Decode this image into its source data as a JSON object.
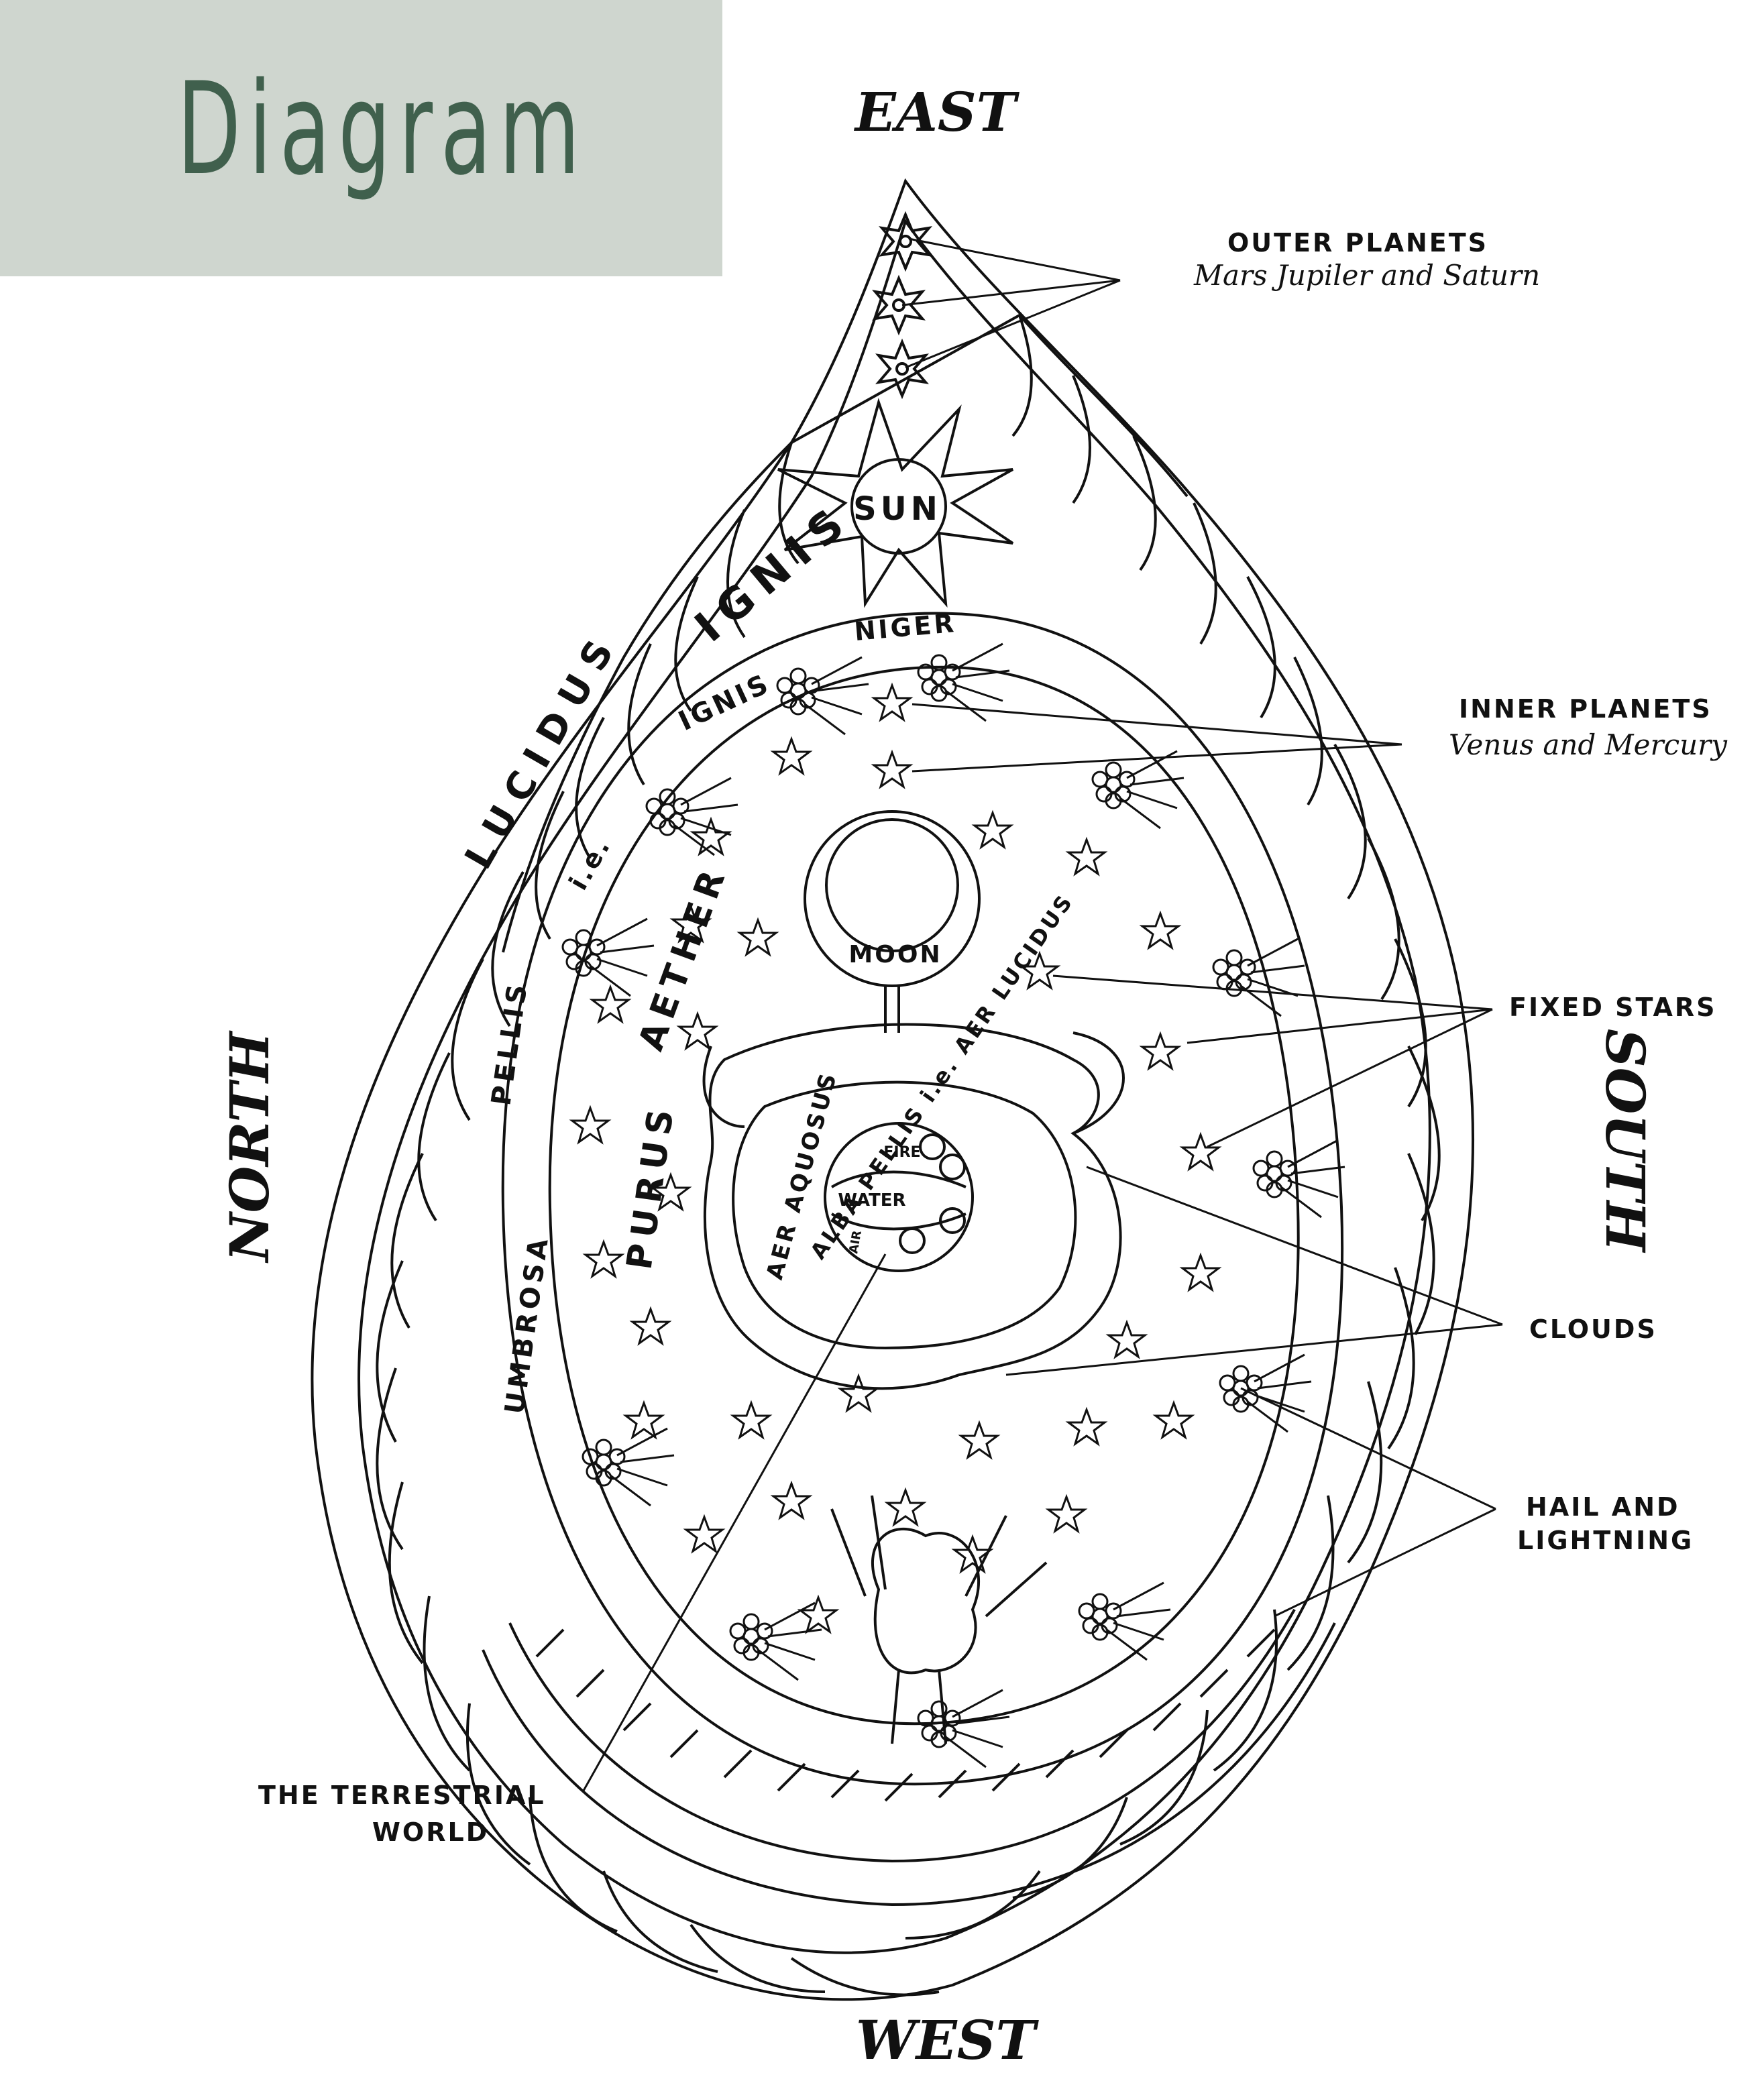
{
  "header": {
    "title": "Diagram"
  },
  "directions": {
    "east": "EAST",
    "west": "WEST",
    "north": "NORTH",
    "south": "SOUTH"
  },
  "labels": {
    "outer_planets": "OUTER PLANETS",
    "outer_planets_sub": "Mars Jupiler and Saturn",
    "inner_planets": "INNER PLANETS",
    "inner_planets_sub": "Venus and Mercury",
    "fixed_stars": "FIXED STARS",
    "clouds": "CLOUDS",
    "hail_line1": "HAIL AND",
    "hail_line2": "LIGHTNING",
    "terrestrial_line1": "THE TERRESTRIAL",
    "terrestrial_line2": "WORLD"
  },
  "inscriptions": {
    "sun": "SUN",
    "ignis": "IGNIS",
    "lucidus": "LUCIDUS",
    "ie": "i.e.",
    "ignis_lower": "IGNIS",
    "niger": "NIGER",
    "moon": "MOON",
    "aether": "AETHER",
    "purus": "PURUS",
    "pellis": "PELLIS",
    "umbrosa": "UMBROSA",
    "aer_aquosus": "AER AQUOSUS",
    "alba_pellis": "ALBA PELLIS i.e. AER LUCIDUS",
    "fire": "FIRE",
    "water": "WATER",
    "air": "AIR"
  },
  "colors": {
    "title_bg": "#cfd6cf",
    "title_text": "#40604d",
    "ink": "#111111"
  }
}
